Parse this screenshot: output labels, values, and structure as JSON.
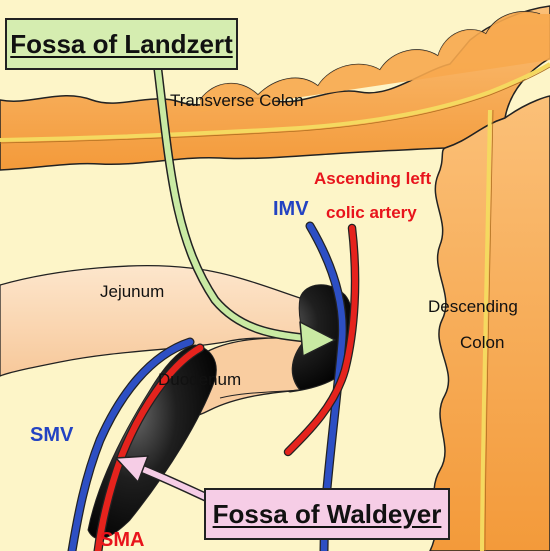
{
  "labels": {
    "fossa_landzert": "Fossa of Landzert",
    "fossa_waldeyer": "Fossa of Waldeyer",
    "transverse_colon": "Transverse Colon",
    "descending_colon_line1": "Descending",
    "descending_colon_line2": "Colon",
    "jejunum": "Jejunum",
    "duodenum": "Duodenum",
    "imv": "IMV",
    "smv": "SMV",
    "sma": "SMA",
    "ascending_left_line1": "Ascending left",
    "ascending_left_line2": "colic artery"
  },
  "colors": {
    "background": "#fdf5c8",
    "colon": "#f9a84f",
    "colon_stripe": "#f5d960",
    "jejunum": "#fbd6b0",
    "vein": "#2d4fc4",
    "artery": "#e5231d",
    "fossa": "#1a1a1a",
    "landzert_box": "#d5edb0",
    "waldeyer_box": "#f6cde6"
  }
}
